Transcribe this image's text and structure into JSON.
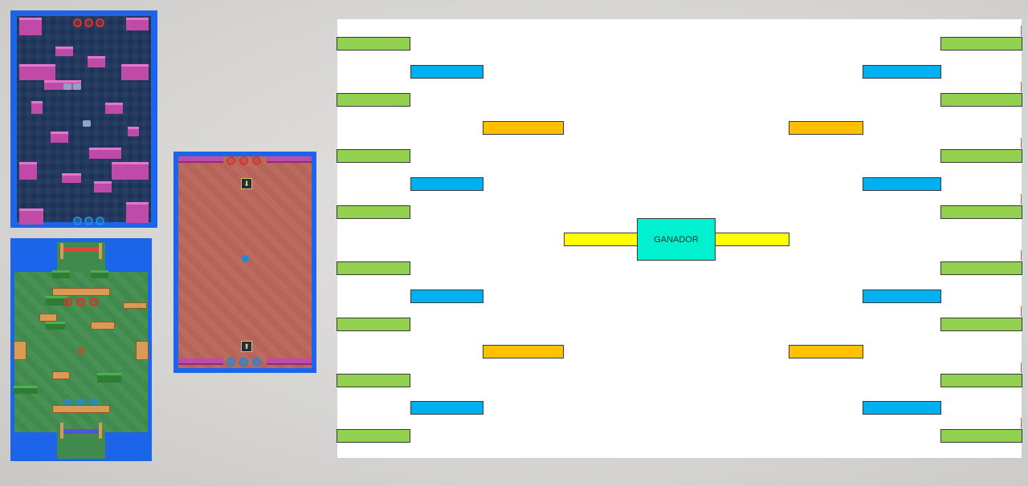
{
  "maps": [
    {
      "name": "map-thumbnail-1",
      "theme": "dark-blue-pink"
    },
    {
      "name": "map-thumbnail-2",
      "theme": "green-soccer"
    },
    {
      "name": "map-thumbnail-3",
      "theme": "red-arena"
    }
  ],
  "bracket": {
    "winner_label": "GANADOR",
    "colors": {
      "round1": "#92d050",
      "round2": "#00b0f0",
      "round3": "#ffc000",
      "final": "#ffff00",
      "winner": "#00f0d0"
    }
  },
  "map_icons": {
    "pad_top": "⬇",
    "pad_bottom": "⬆"
  }
}
